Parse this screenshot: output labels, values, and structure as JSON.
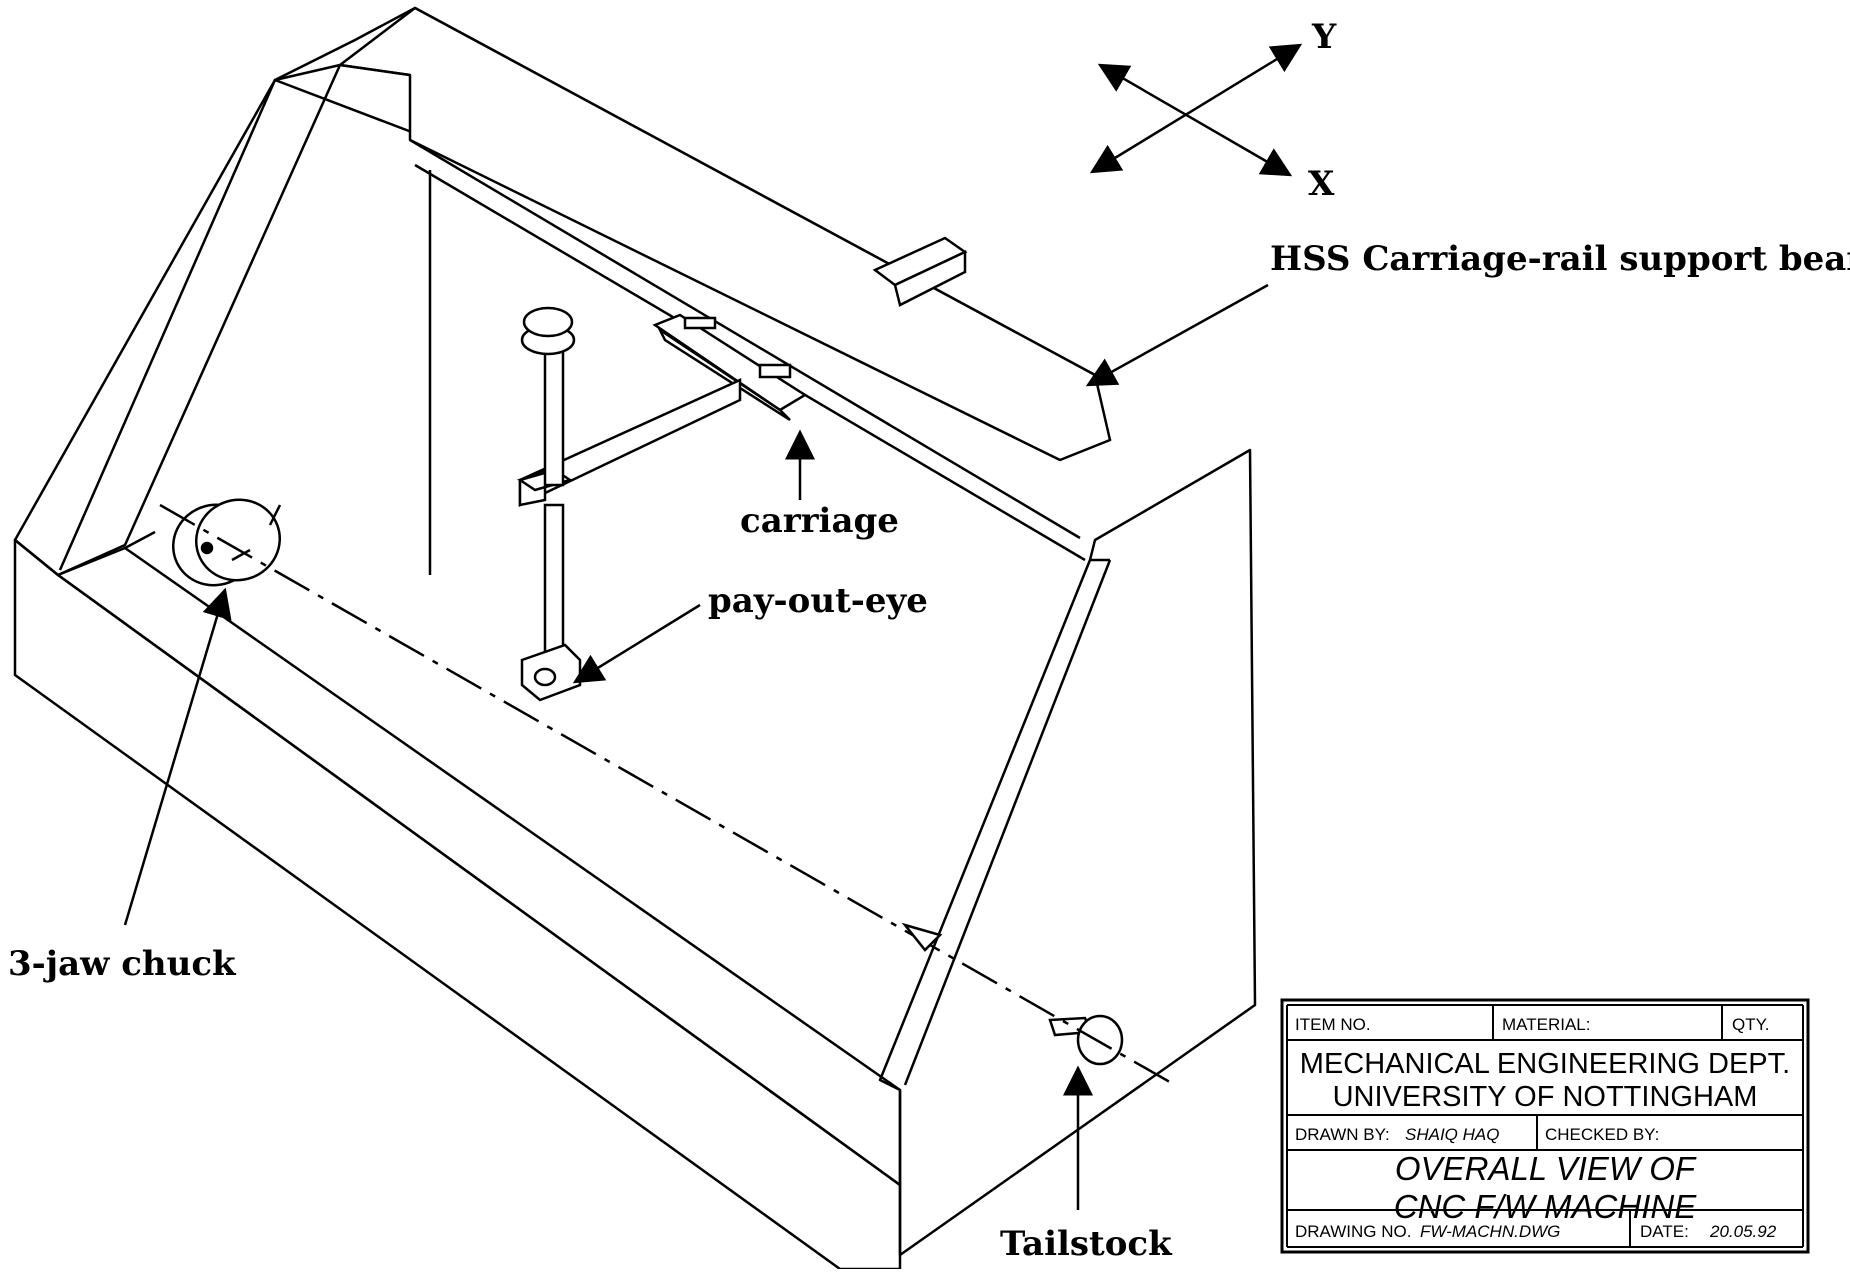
{
  "axes": {
    "x": "X",
    "y": "Y"
  },
  "labels": {
    "beam": "HSS Carriage-rail support beam",
    "carriage": "carriage",
    "payout": "pay-out-eye",
    "chuck": "3-jaw chuck",
    "tailstock": "Tailstock"
  },
  "title_block": {
    "item_no": "ITEM NO.",
    "material": "MATERIAL:",
    "qty": "QTY.",
    "dept_line1": "MECHANICAL ENGINEERING DEPT.",
    "dept_line2": "UNIVERSITY OF NOTTINGHAM",
    "drawn_by_label": "DRAWN BY:",
    "drawn_by_name": "SHAIQ HAQ",
    "checked_by": "CHECKED BY:",
    "title_line1": "OVERALL VIEW OF",
    "title_line2": "CNC F/W MACHINE",
    "drawing_no_label": "DRAWING NO.",
    "drawing_no": "FW-MACHN.DWG",
    "date_label": "DATE:",
    "date": "20.05.92"
  }
}
